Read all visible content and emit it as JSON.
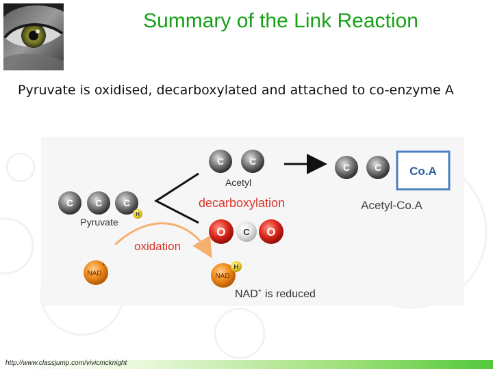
{
  "slide": {
    "title": "Summary of the Link Reaction",
    "body_text": "Pyruvate is oxidised, decarboxylated and attached to co-enzyme A",
    "footer_url": "http://www.classjump.com/vivicmcknight"
  },
  "diagram": {
    "carbon_label": "C",
    "oxygen_label": "O",
    "hydrogen_label": "H",
    "pyruvate_label": "Pyruvate",
    "acetyl_label": "Acetyl",
    "acetyl_coa_label": "Acetyl-Co.A",
    "coa_box_label": "Co.A",
    "decarboxylation_label": "decarboxylation",
    "oxidation_label": "oxidation",
    "nad_label": "NAD",
    "nad_plus_sign": "+",
    "nad_reduced_prefix": "NAD",
    "nad_reduced_suffix": " is reduced",
    "colors": {
      "title": "#16a016",
      "carbon_atom": "#555555",
      "oxygen_atom": "#d42020",
      "nad_atom": "#f08a1c",
      "hydrogen_atom": "#f2d230",
      "red_text": "#d9342b",
      "coa_border": "#4a7fc1",
      "coa_text": "#2c5f9e",
      "oxidation_arrow": "#f5b070"
    }
  }
}
